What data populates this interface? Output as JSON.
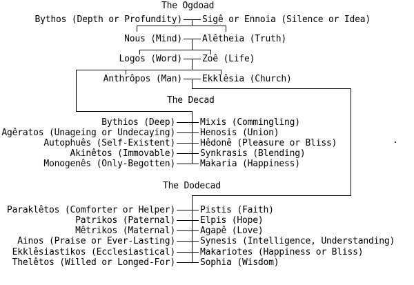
{
  "colors": {
    "ink": "#000000",
    "background": "#ffffff"
  },
  "diagram": {
    "type": "genealogy-tree",
    "sections": [
      {
        "id": "ogdoad",
        "title": "The Ogdoad",
        "pairs": [
          {
            "left": "Bythos (Depth or Profundity)",
            "right": "Sigê or Ennoia (Silence or Idea)"
          },
          {
            "left": "Nous (Mind)",
            "right": "Alêtheia (Truth)"
          },
          {
            "left": "Logos (Word)",
            "right": "Zoê (Life)"
          },
          {
            "left": "Anthrôpos (Man)",
            "right": "Ekklêsia (Church)"
          }
        ]
      },
      {
        "id": "decad",
        "title": "The Decad",
        "pairs": [
          {
            "left": "Bythios (Deep)",
            "right": "Mixis (Commingling)"
          },
          {
            "left": "Agêratos (Unageing or Undecaying)",
            "right": "Henosis (Union)"
          },
          {
            "left": "Autophuês (Self-Existent)",
            "right": "Hêdonê (Pleasure or Bliss)"
          },
          {
            "left": "Akinêtos (Immovable)",
            "right": "Synkrasis (Blending)"
          },
          {
            "left": "Monogenês (Only-Begotten)",
            "right": "Makaria (Happiness)"
          }
        ]
      },
      {
        "id": "dodecad",
        "title": "The Dodecad",
        "pairs": [
          {
            "left": "Paraklêtos (Comforter or Helper)",
            "right": "Pistis (Faith)"
          },
          {
            "left": "Patrikos (Paternal)",
            "right": "Elpis (Hope)"
          },
          {
            "left": "Mêtrikos (Maternal)",
            "right": "Agapê (Love)"
          },
          {
            "left": "Ainos (Praise or Ever-Lasting)",
            "right": "Synesis (Intelligence, Understanding)"
          },
          {
            "left": "Ekklêsiastikos (Ecclesiastical)",
            "right": "Makariotes (Happiness or Bliss)"
          },
          {
            "left": "Thelêtos (Willed or Longed-For)",
            "right": "Sophia (Wisdom)"
          }
        ]
      }
    ],
    "stray_mark": "."
  }
}
